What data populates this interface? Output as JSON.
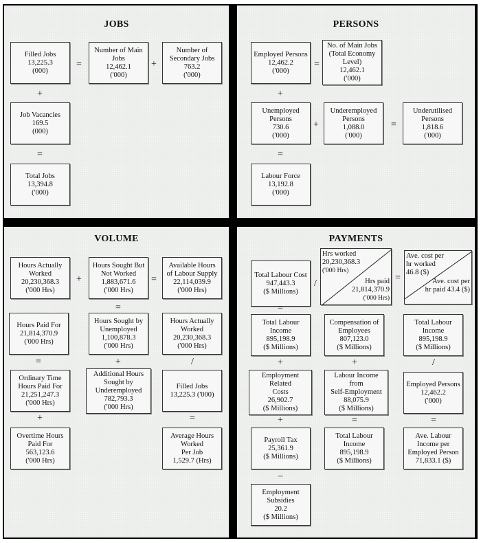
{
  "jobs": {
    "title": "JOBS",
    "filled_jobs": {
      "label": "Filled Jobs",
      "value": "13,225.3",
      "unit": "(000)"
    },
    "main_jobs": {
      "label1": "Number of Main",
      "label2": "Jobs",
      "value": "12,462.1",
      "unit": "('000)"
    },
    "secondary_jobs": {
      "label1": "Number of",
      "label2": "Secondary Jobs",
      "value": "763.2",
      "unit": "('000)"
    },
    "job_vacancies": {
      "label": "Job Vacancies",
      "value": "169.5",
      "unit": "(000)"
    },
    "total_jobs": {
      "label": "Total Jobs",
      "value": "13,394.8",
      "unit": "('000)"
    },
    "ops": {
      "eq1": "=",
      "plus1": "+",
      "plus2": "+",
      "eq2": "="
    }
  },
  "persons": {
    "title": "PERSONS",
    "employed": {
      "label": "Employed Persons",
      "value": "12,462.2",
      "unit": "('000)"
    },
    "main_jobs_total": {
      "label1": "No. of Main Jobs",
      "label2": "(Total Economy",
      "label3": "Level)",
      "value": "12,462.1",
      "unit": "('000)"
    },
    "unemployed": {
      "label1": "Unemployed",
      "label2": "Persons",
      "value": "730.6",
      "unit": "('000)"
    },
    "underemployed": {
      "label1": "Underemployed",
      "label2": "Persons",
      "value": "1,088.0",
      "unit": "('000)"
    },
    "underutilised": {
      "label1": "Underutilised",
      "label2": "Persons",
      "value": "1,818.6",
      "unit": "('000)"
    },
    "labour_force": {
      "label": "Labour Force",
      "value": "13,192.8",
      "unit": "('000)"
    },
    "ops": {
      "eq1": "=",
      "plus1": "+",
      "plus2": "+",
      "eq2": "=",
      "eq3": "="
    }
  },
  "volume": {
    "title": "VOLUME",
    "hours_worked": {
      "label1": "Hours Actually",
      "label2": "Worked",
      "value": "20,230,368.3",
      "unit": "('000 Hrs)"
    },
    "hours_sought": {
      "label1": "Hours Sought But",
      "label2": "Not Worked",
      "value": "1,883,671.6",
      "unit": "('000 Hrs)"
    },
    "available_hours": {
      "label1": "Available Hours",
      "label2": "of Labour Supply",
      "value": "22,114,039.9",
      "unit": "('000 Hrs)"
    },
    "hours_paid": {
      "label": "Hours Paid For",
      "value": "21,814,370.9",
      "unit": "('000 Hrs)"
    },
    "sought_unemployed": {
      "label1": "Hours Sought by",
      "label2": "Unemployed",
      "value": "1,100,878.3",
      "unit": "('000 Hrs)"
    },
    "hours_worked_2": {
      "label1": "Hours Actually",
      "label2": "Worked",
      "value": "20,230,368.3",
      "unit": "('000 Hrs)"
    },
    "ordinary_hours": {
      "label1": "Ordinary Time",
      "label2": "Hours Paid For",
      "value": "21,251,247.3",
      "unit": "('000 Hrs)"
    },
    "additional_hours": {
      "label1": "Additional Hours",
      "label2": "Sought by",
      "label3": "Underemployed",
      "value": "782,793.3",
      "unit": "('000 Hrs)"
    },
    "filled_jobs": {
      "label": "Filled Jobs",
      "value": "13,225.3 ('000)"
    },
    "overtime_hours": {
      "label1": "Overtime Hours",
      "label2": "Paid For",
      "value": "563,123.6",
      "unit": "('000 Hrs)"
    },
    "avg_hours": {
      "label1": "Average Hours",
      "label2": "Worked",
      "label3": "Per Job",
      "value": "1,529.7 (Hrs)"
    },
    "ops": {
      "plus1": "+",
      "eq1": "=",
      "eq2": "=",
      "eq3": "=",
      "plus2": "+",
      "div1": "/",
      "plus3": "+",
      "eq4": "="
    }
  },
  "payments": {
    "title": "PAYMENTS",
    "total_labour_cost": {
      "label": "Total Labour Cost",
      "value": "947,443.3",
      "unit": "($ Millions)"
    },
    "hours_ratio": {
      "top_label": "Hrs worked",
      "top_value": "20,230,368.3",
      "top_unit": "('000 Hrs)",
      "bottom_label": "Hrs paid",
      "bottom_value": "21,814,370.9",
      "bottom_unit": "('000 Hrs)"
    },
    "avg_cost": {
      "top_label1": "Ave. cost per",
      "top_label2": "hr worked",
      "top_value": "46.8 ($)",
      "bottom_label1": "Ave. cost per",
      "bottom_label2": "hr paid 43.4 ($)"
    },
    "total_labour_income": {
      "label1": "Total Labour",
      "label2": "Income",
      "value": "895,198.9",
      "unit": "($ Millions)"
    },
    "compensation": {
      "label1": "Compensation of",
      "label2": "Employees",
      "value": "807,123.0",
      "unit": "($ Millions)"
    },
    "total_labour_income_2": {
      "label1": "Total Labour",
      "label2": "Income",
      "value": "895,198.9",
      "unit": "($ Millions)"
    },
    "employment_costs": {
      "label1": "Employment Related",
      "label2": "Costs",
      "value": "26,902.7",
      "unit": "($ Millions)"
    },
    "self_employment": {
      "label1": "Labour Income from",
      "label2": "Self-Employment",
      "value": "88,075.9",
      "unit": "($ Millions)"
    },
    "employed_persons": {
      "label": "Employed Persons",
      "value": "12,462.2",
      "unit": "('000)"
    },
    "payroll_tax": {
      "label": "Payroll Tax",
      "value": "25,361.9",
      "unit": "($ Millions)"
    },
    "total_labour_income_3": {
      "label1": "Total Labour",
      "label2": "Income",
      "value": "895,198.9",
      "unit": "($ Millions)"
    },
    "avg_income": {
      "label1": "Ave. Labour",
      "label2": "Income per",
      "label3": "Employed Person",
      "value": "71,833.1 ($)"
    },
    "subsidies": {
      "label1": "Employment",
      "label2": "Subsidies",
      "value": "20.2",
      "unit": "($ Millions)"
    },
    "ops": {
      "div1": "/",
      "eq1": "=",
      "eq2": "=",
      "plus1": "+",
      "plus2": "+",
      "div2": "/",
      "plus3": "+",
      "eq3": "=",
      "eq4": "=",
      "minus1": "–"
    }
  }
}
